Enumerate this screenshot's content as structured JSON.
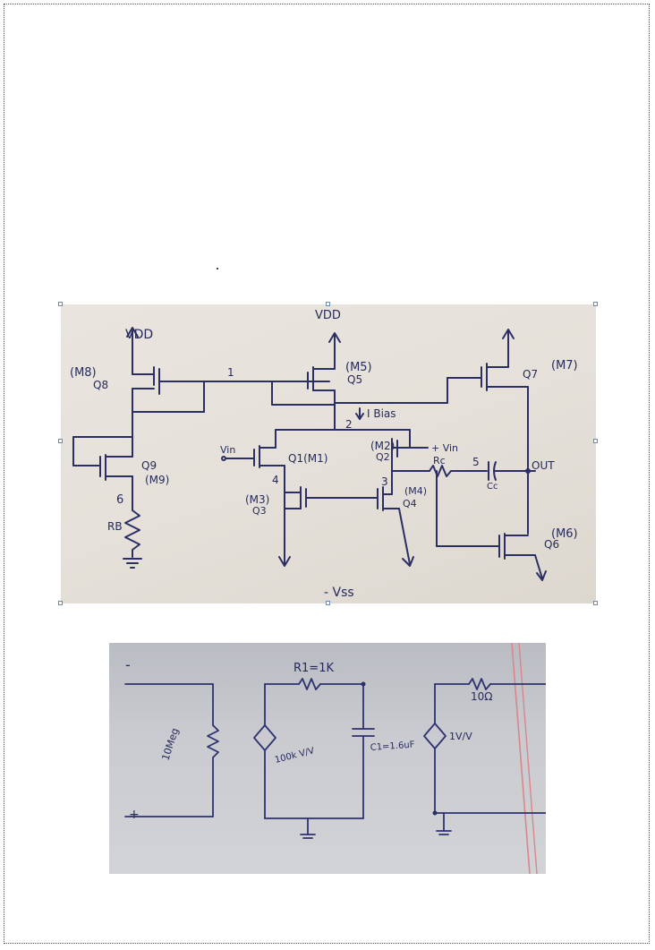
{
  "schematic": {
    "labels": {
      "vdd_left": "VDD",
      "vdd_top": "VDD",
      "m8": "(M8)",
      "q8": "Q8",
      "node1": "1",
      "m5": "(M5)",
      "q5": "Q5",
      "m7": "(M7)",
      "q7": "Q7",
      "node2": "2",
      "ibias": "I Bias",
      "vin_left": "Vin",
      "q1m1": "Q1(M1)",
      "m2": "(M2)",
      "q2": "Q2",
      "vin_right": "+ Vin",
      "rc": "Rc",
      "node5": "5",
      "cc": "Cc",
      "out": "OUT",
      "q9": "Q9",
      "m9": "(M9)",
      "node6": "6",
      "node4": "4",
      "m3": "(M3)",
      "q3": "Q3",
      "node3": "3",
      "m4": "(M4)",
      "q4": "Q4",
      "m6": "(M6)",
      "q6": "Q6",
      "rb": "RB",
      "vss": "- Vss"
    }
  },
  "models": {
    "labels": {
      "minus": "-",
      "plus": "+",
      "r_in": "10Meg",
      "r1": "R1=1K",
      "gain1": "100k V/V",
      "c1": "C1=1.6uF",
      "r_out": "10Ω",
      "gain2": "1V/V"
    }
  }
}
